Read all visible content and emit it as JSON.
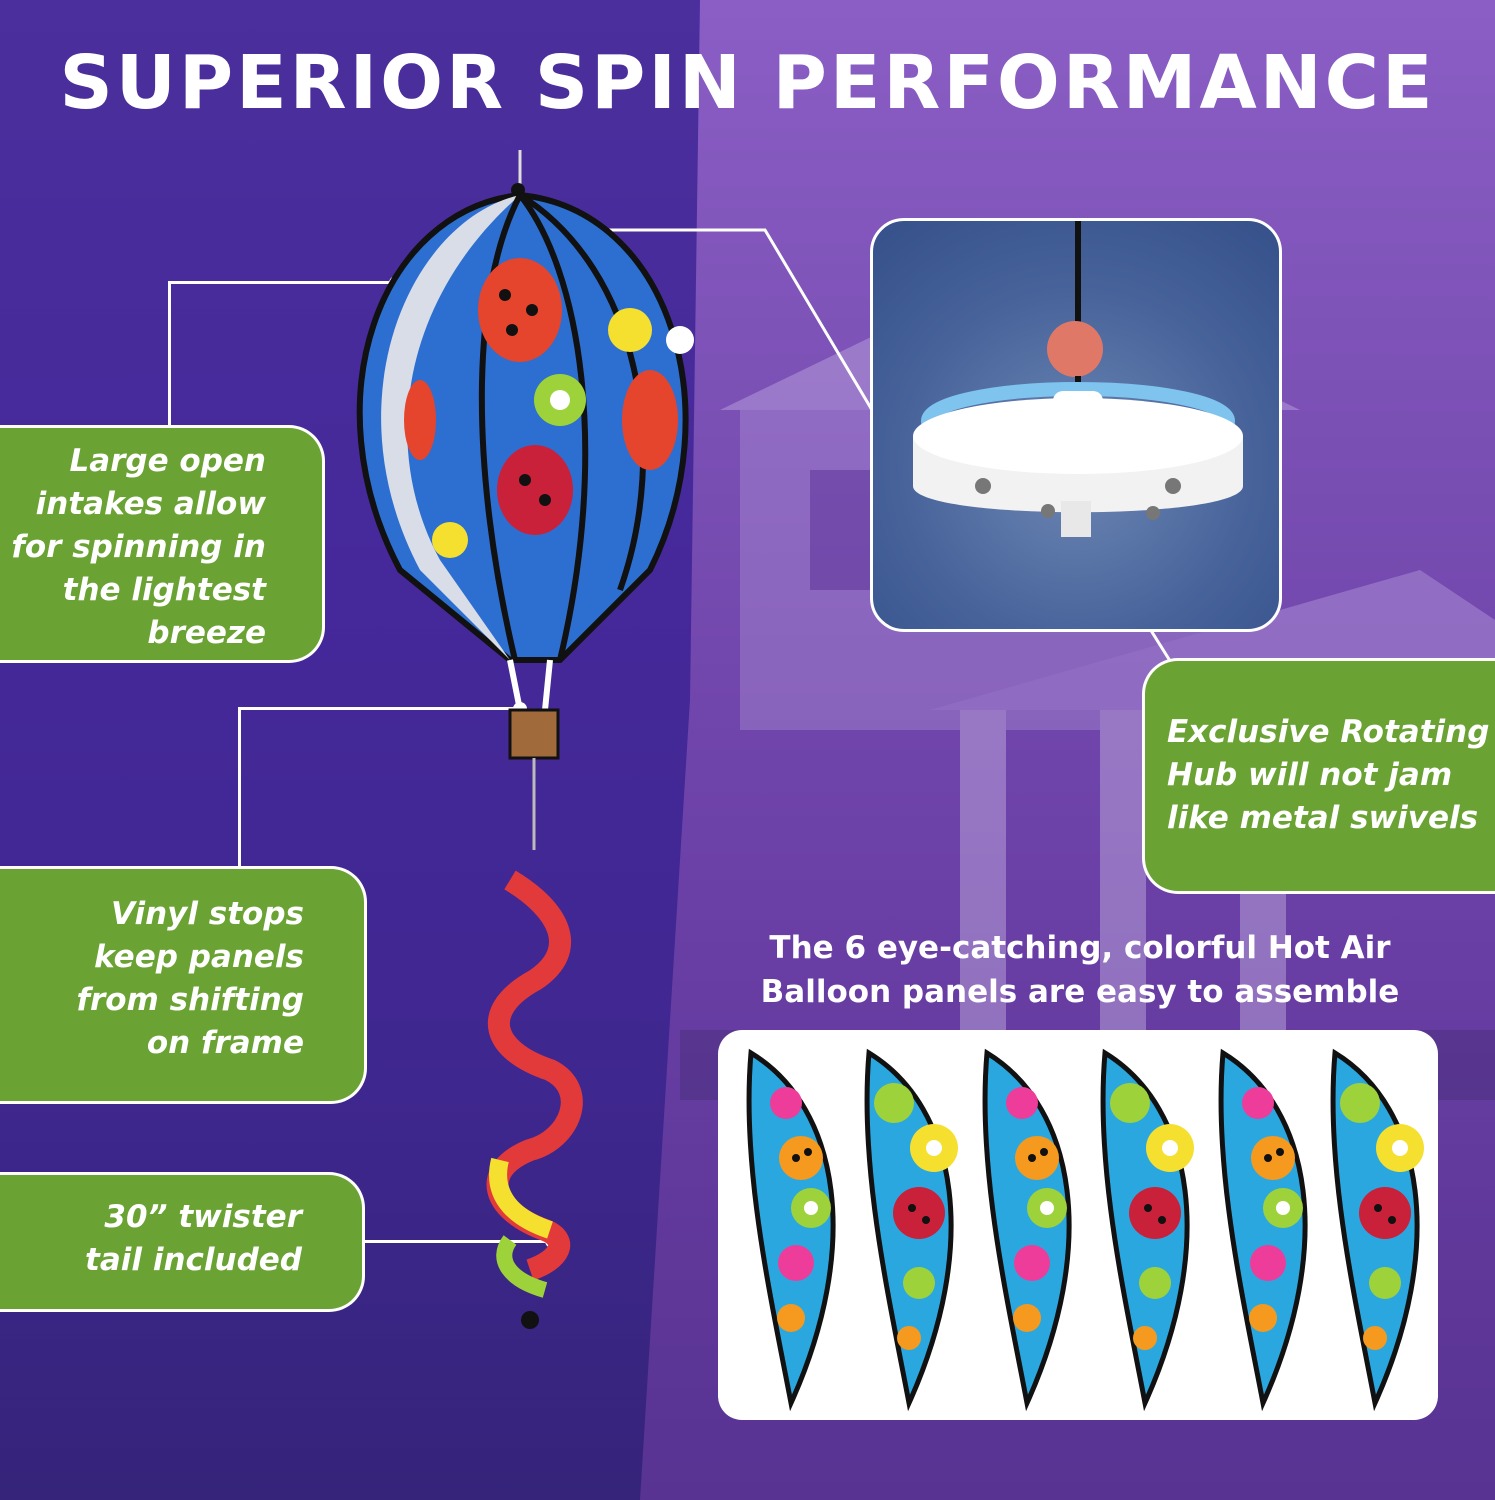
{
  "title": "SUPERIOR SPIN PERFORMANCE",
  "callouts": {
    "intakes": "Large open intakes allow for spinning in the lightest breeze",
    "vinyl": "Vinyl stops keep panels from shifting on frame",
    "tail": "30” twister tail included",
    "hub": "Exclusive Rotating Hub will not jam like metal swivels"
  },
  "caption": "The 6 eye-catching, colorful Hot Air Balloon panels are easy to assemble",
  "colors": {
    "green": "#6aa233",
    "purple": "#4a2a96"
  }
}
